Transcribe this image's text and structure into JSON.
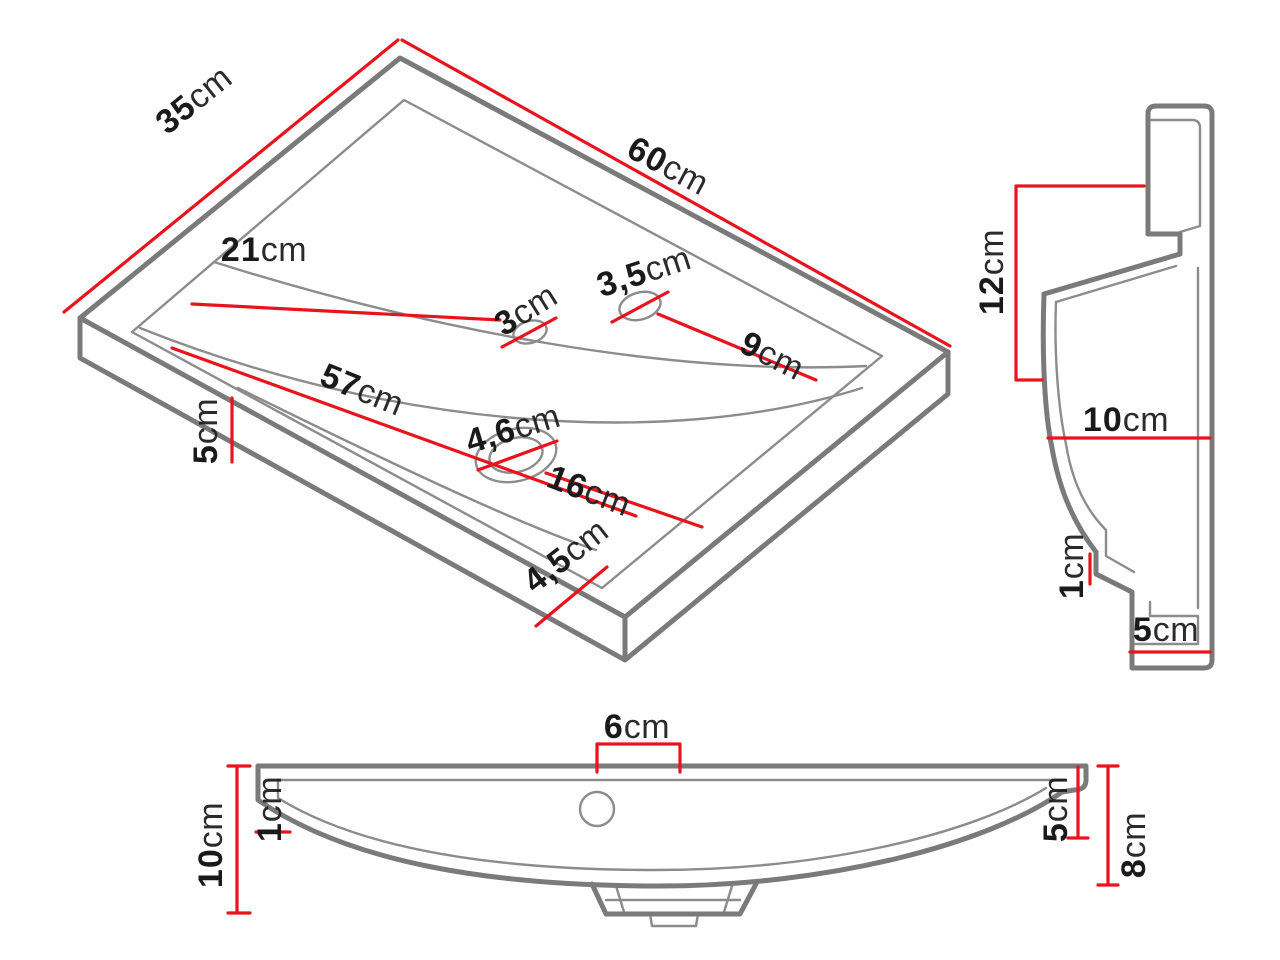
{
  "colors": {
    "outline": "#7a7a7a",
    "outline_thin": "#8c8c8c",
    "dimension": "#e8131d",
    "label": "#1a1a1a"
  },
  "views": {
    "perspective": {
      "dims": {
        "w35": {
          "value": "35",
          "unit": "cm"
        },
        "l60": {
          "value": "60",
          "unit": "cm"
        },
        "d21": {
          "value": "21",
          "unit": "cm"
        },
        "d3": {
          "value": "3",
          "unit": "cm"
        },
        "d3_5": {
          "value": "3,5",
          "unit": "cm"
        },
        "d9": {
          "value": "9",
          "unit": "cm"
        },
        "d57": {
          "value": "57",
          "unit": "cm"
        },
        "d5": {
          "value": "5",
          "unit": "cm"
        },
        "d4_6": {
          "value": "4,6",
          "unit": "cm"
        },
        "d16": {
          "value": "16",
          "unit": "cm"
        },
        "d4_5": {
          "value": "4,5",
          "unit": "cm"
        }
      }
    },
    "side": {
      "dims": {
        "d12": {
          "value": "12",
          "unit": "cm"
        },
        "d10": {
          "value": "10",
          "unit": "cm"
        },
        "d1": {
          "value": "1",
          "unit": "cm"
        },
        "d5": {
          "value": "5",
          "unit": "cm"
        }
      }
    },
    "front": {
      "dims": {
        "d6": {
          "value": "6",
          "unit": "cm"
        },
        "d1": {
          "value": "1",
          "unit": "cm"
        },
        "d10": {
          "value": "10",
          "unit": "cm"
        },
        "d5": {
          "value": "5",
          "unit": "cm"
        },
        "d8": {
          "value": "8",
          "unit": "cm"
        }
      }
    }
  }
}
